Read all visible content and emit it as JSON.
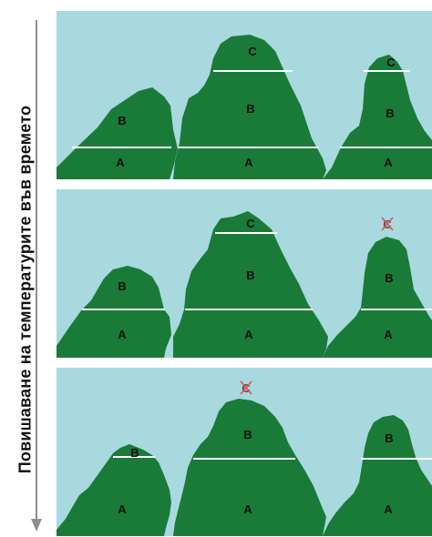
{
  "side_label": "Повишаване на температурите във времето",
  "colors": {
    "sky": "#a8d9df",
    "mountain": "#1a7a38",
    "zone_line": "#ffffff",
    "arrow": "#8f8f8f",
    "extinct_mark": "#d9534f"
  },
  "panels": [
    {
      "name": "panel-1",
      "mountains": [
        {
          "name": "left",
          "zones": [
            "A",
            "B"
          ],
          "extinct": []
        },
        {
          "name": "middle",
          "zones": [
            "A",
            "B",
            "C"
          ],
          "extinct": []
        },
        {
          "name": "right",
          "zones": [
            "A",
            "B",
            "C"
          ],
          "extinct": []
        }
      ]
    },
    {
      "name": "panel-2",
      "mountains": [
        {
          "name": "left",
          "zones": [
            "A",
            "B"
          ],
          "extinct": []
        },
        {
          "name": "middle",
          "zones": [
            "A",
            "B",
            "C"
          ],
          "extinct": []
        },
        {
          "name": "right",
          "zones": [
            "A",
            "B"
          ],
          "extinct": [
            "C"
          ]
        }
      ]
    },
    {
      "name": "panel-3",
      "mountains": [
        {
          "name": "left",
          "zones": [
            "A",
            "B"
          ],
          "extinct": []
        },
        {
          "name": "middle",
          "zones": [
            "A",
            "B"
          ],
          "extinct": [
            "C"
          ]
        },
        {
          "name": "right",
          "zones": [
            "A",
            "B"
          ],
          "extinct": []
        }
      ]
    }
  ]
}
